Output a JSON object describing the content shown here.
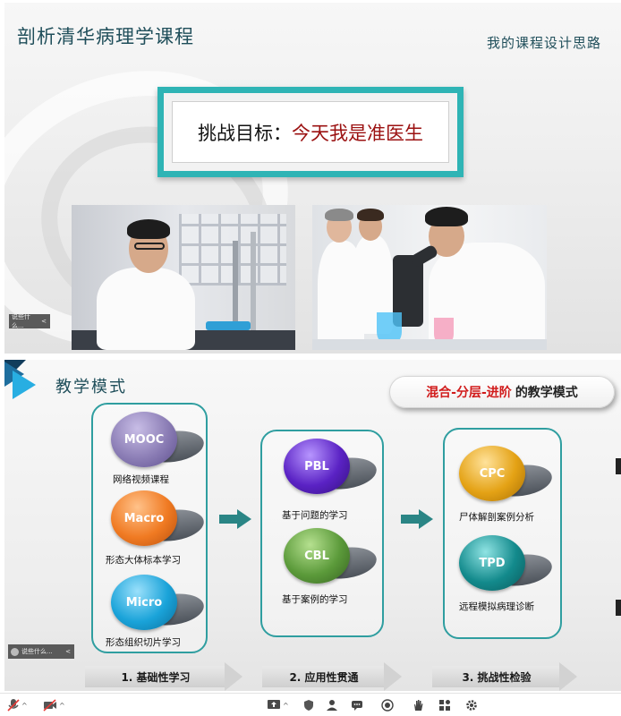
{
  "slide1": {
    "title": "剖析清华病理学课程",
    "subtitle": "我的课程设计思路",
    "challenge_label": "挑战目标：",
    "challenge_value": "今天我是准医生",
    "caption_text": "说些什么...",
    "caption_arrow": "<"
  },
  "slide2": {
    "title": "教学模式",
    "pill_red": "混合-分层-进阶",
    "pill_dark": "的教学模式",
    "group1": [
      {
        "name": "MOOC",
        "label": "网络视频课程",
        "color": "#8b7db5"
      },
      {
        "name": "Macro",
        "label": "形态大体标本学习",
        "color": "#f07a22"
      },
      {
        "name": "Micro",
        "label": "形态组织切片学习",
        "color": "#1aa3d9"
      }
    ],
    "group2": [
      {
        "name": "PBL",
        "label": "基于问题的学习",
        "color": "#5a22c4"
      },
      {
        "name": "CBL",
        "label": "基于案例的学习",
        "color": "#5b9a3a"
      }
    ],
    "group3": [
      {
        "name": "CPC",
        "label": "尸体解剖案例分析",
        "color": "#e4a215"
      },
      {
        "name": "TPD",
        "label": "远程模拟病理诊断",
        "color": "#138a8c"
      }
    ],
    "stages": [
      "1. 基础性学习",
      "2. 应用性贯通",
      "3. 挑战性检验"
    ],
    "caption_text": "说些什么...",
    "caption_arrow": "<"
  },
  "toolbar": {
    "caret": "^"
  }
}
